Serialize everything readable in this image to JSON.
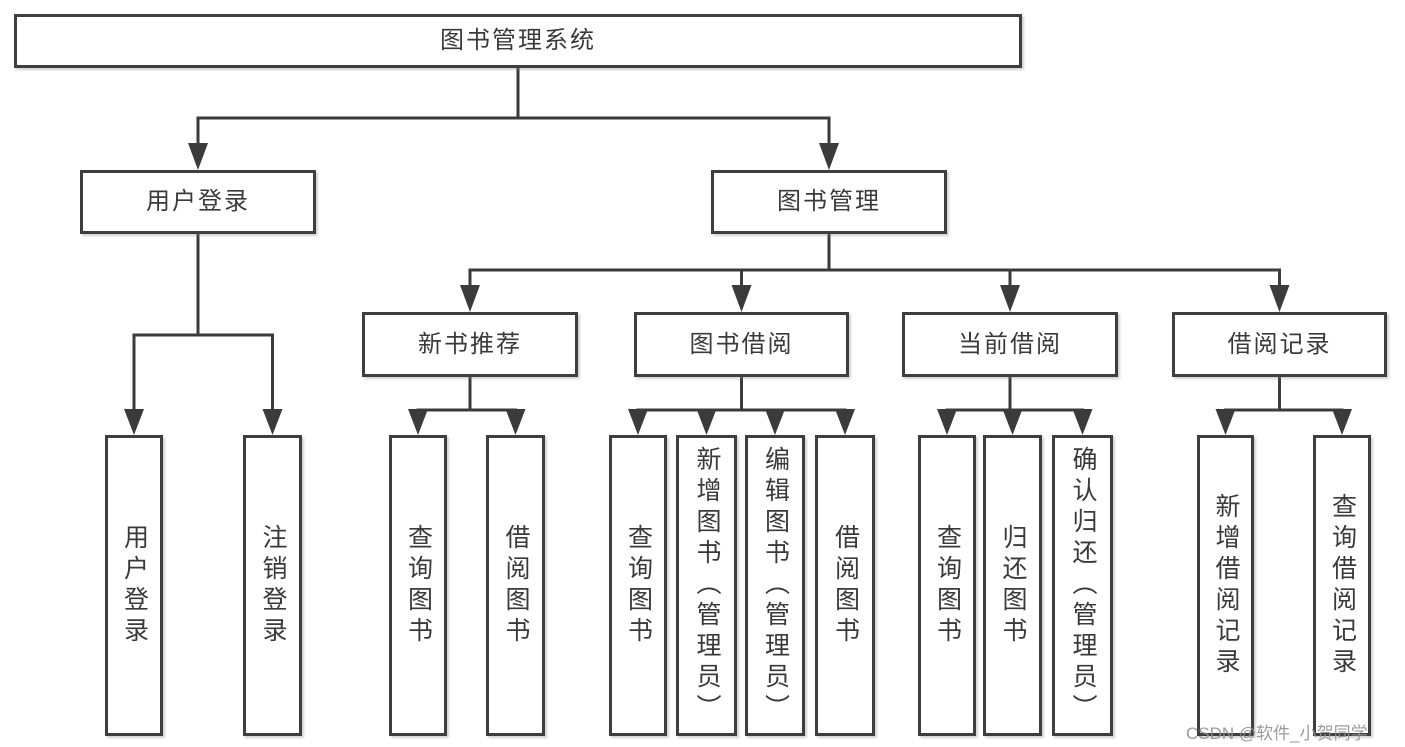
{
  "tree": {
    "root": {
      "label": "图书管理系统",
      "children": [
        {
          "label": "用户登录",
          "children": [
            {
              "label": "用户登录"
            },
            {
              "label": "注销登录"
            }
          ]
        },
        {
          "label": "图书管理",
          "children": [
            {
              "label": "新书推荐",
              "children": [
                {
                  "label": "查询图书"
                },
                {
                  "label": "借阅图书"
                }
              ]
            },
            {
              "label": "图书借阅",
              "children": [
                {
                  "label": "查询图书"
                },
                {
                  "label": "新增图书（管理员）"
                },
                {
                  "label": "编辑图书（管理员）"
                },
                {
                  "label": "借阅图书"
                }
              ]
            },
            {
              "label": "当前借阅",
              "children": [
                {
                  "label": "查询图书"
                },
                {
                  "label": "归还图书"
                },
                {
                  "label": "确认归还（管理员）"
                }
              ]
            },
            {
              "label": "借阅记录",
              "children": [
                {
                  "label": "新增借阅记录"
                },
                {
                  "label": "查询借阅记录"
                }
              ]
            }
          ]
        }
      ]
    }
  },
  "watermark": "CSDN @软件_小贺同学"
}
